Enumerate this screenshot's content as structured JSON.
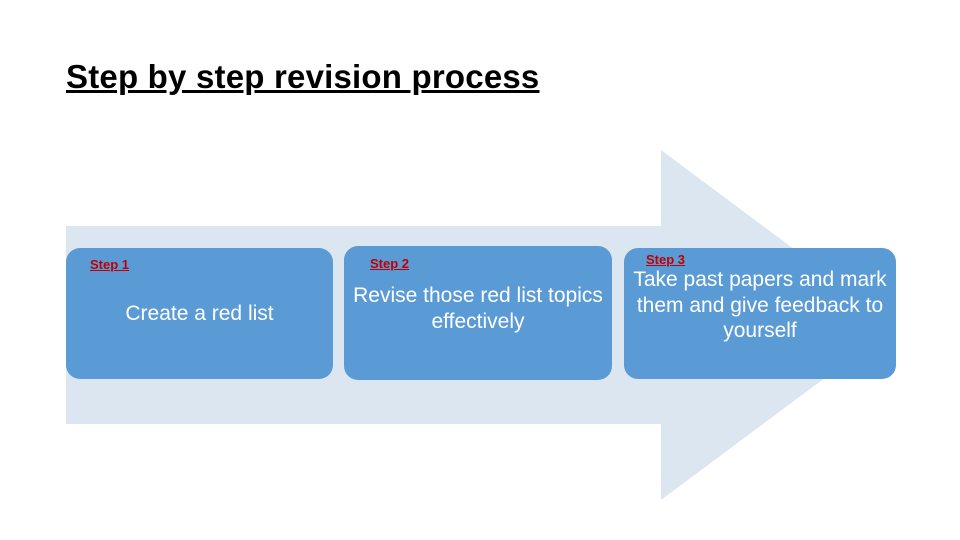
{
  "slide": {
    "title": "Step by step revision process",
    "colors": {
      "box_fill": "#5B9BD5",
      "arrow_fill": "#DCE6F1",
      "label_color": "#C00000",
      "text_color": "#FFFFFF",
      "title_color": "#000000",
      "background": "#FFFFFF"
    },
    "arrow": {
      "name": "right-block-arrow",
      "direction": "right"
    },
    "steps": [
      {
        "label": "Step 1",
        "text": "Create a red list"
      },
      {
        "label": "Step 2",
        "text": "Revise those red list topics effectively"
      },
      {
        "label": "Step 3",
        "text": "Take past papers and mark them and give feedback to yourself"
      }
    ]
  }
}
